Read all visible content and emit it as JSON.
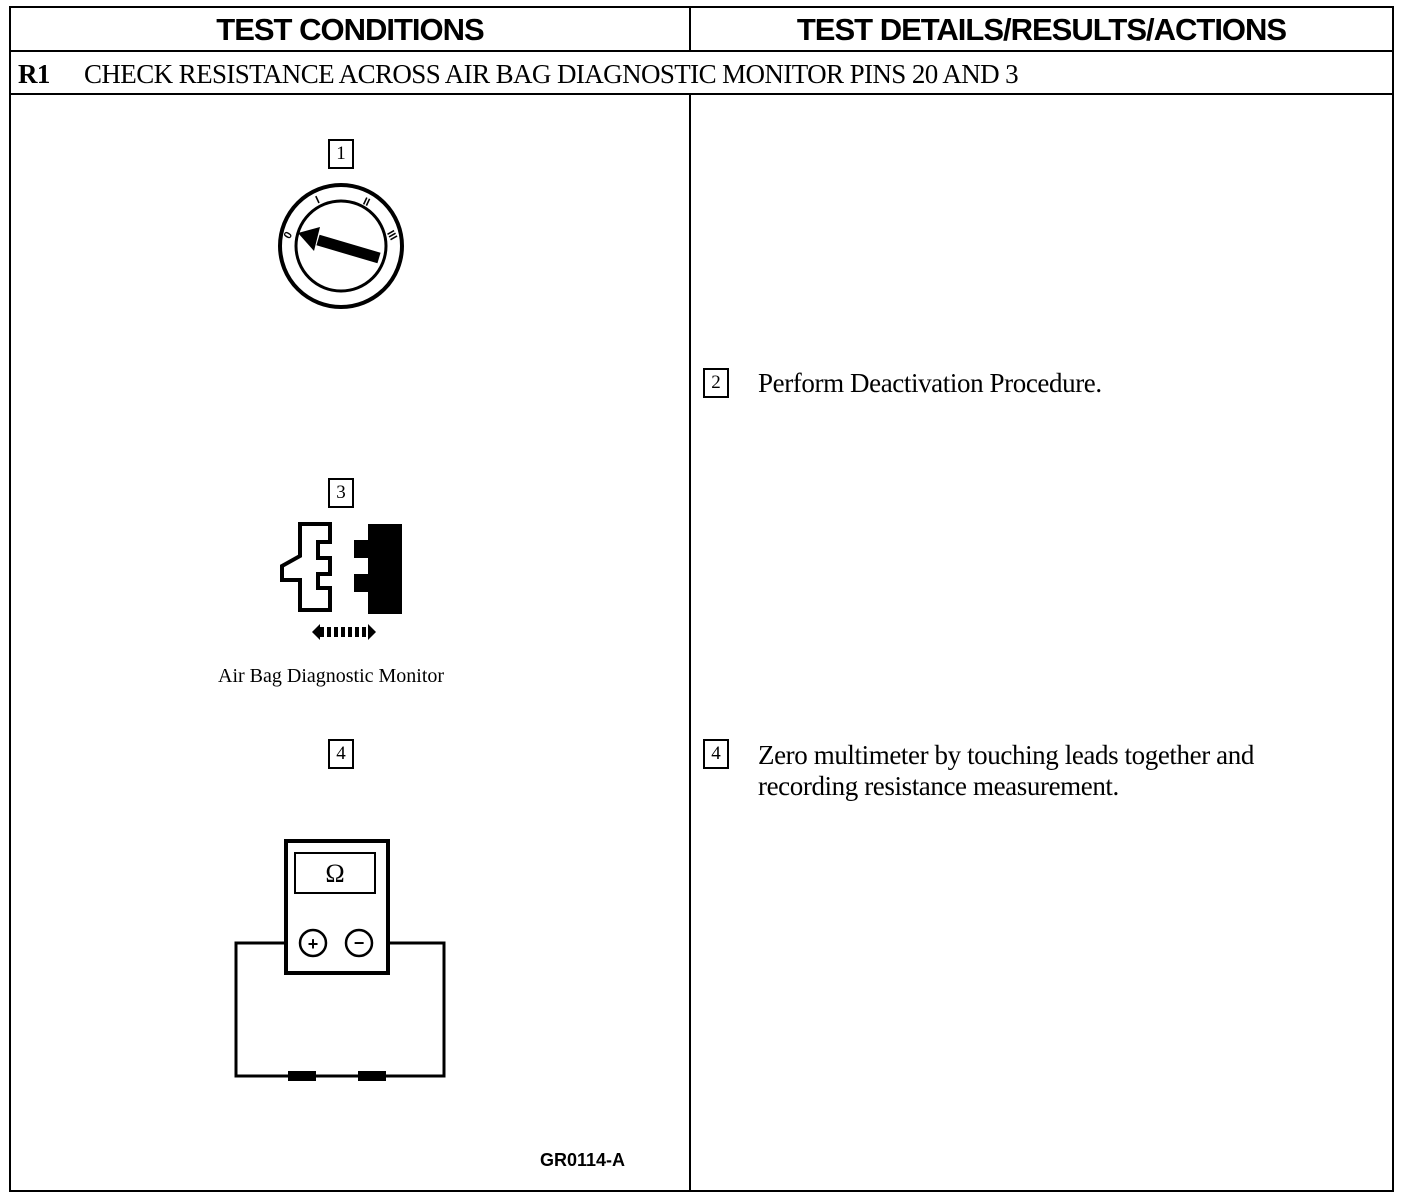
{
  "header": {
    "left_title": "TEST CONDITIONS",
    "right_title": "TEST DETAILS/RESULTS/ACTIONS"
  },
  "row": {
    "code": "R1",
    "title": "CHECK RESISTANCE ACROSS AIR BAG DIAGNOSTIC MONITOR PINS 20 AND 3"
  },
  "conditions": {
    "step1_number": "1",
    "ignition_labels": [
      "0",
      "I",
      "II",
      "III"
    ],
    "step3_number": "3",
    "step3_caption": "Air Bag Diagnostic Monitor",
    "step4_number": "4",
    "meter_symbol": "Ω",
    "meter_plus": "+",
    "meter_minus": "−",
    "figure_id": "GR0114-A"
  },
  "details": {
    "step2_number": "2",
    "step2_text": "Perform Deactivation Procedure.",
    "step4_number": "4",
    "step4_text_line1": "Zero multimeter by touching leads together and",
    "step4_text_line2": "recording resistance measurement."
  }
}
